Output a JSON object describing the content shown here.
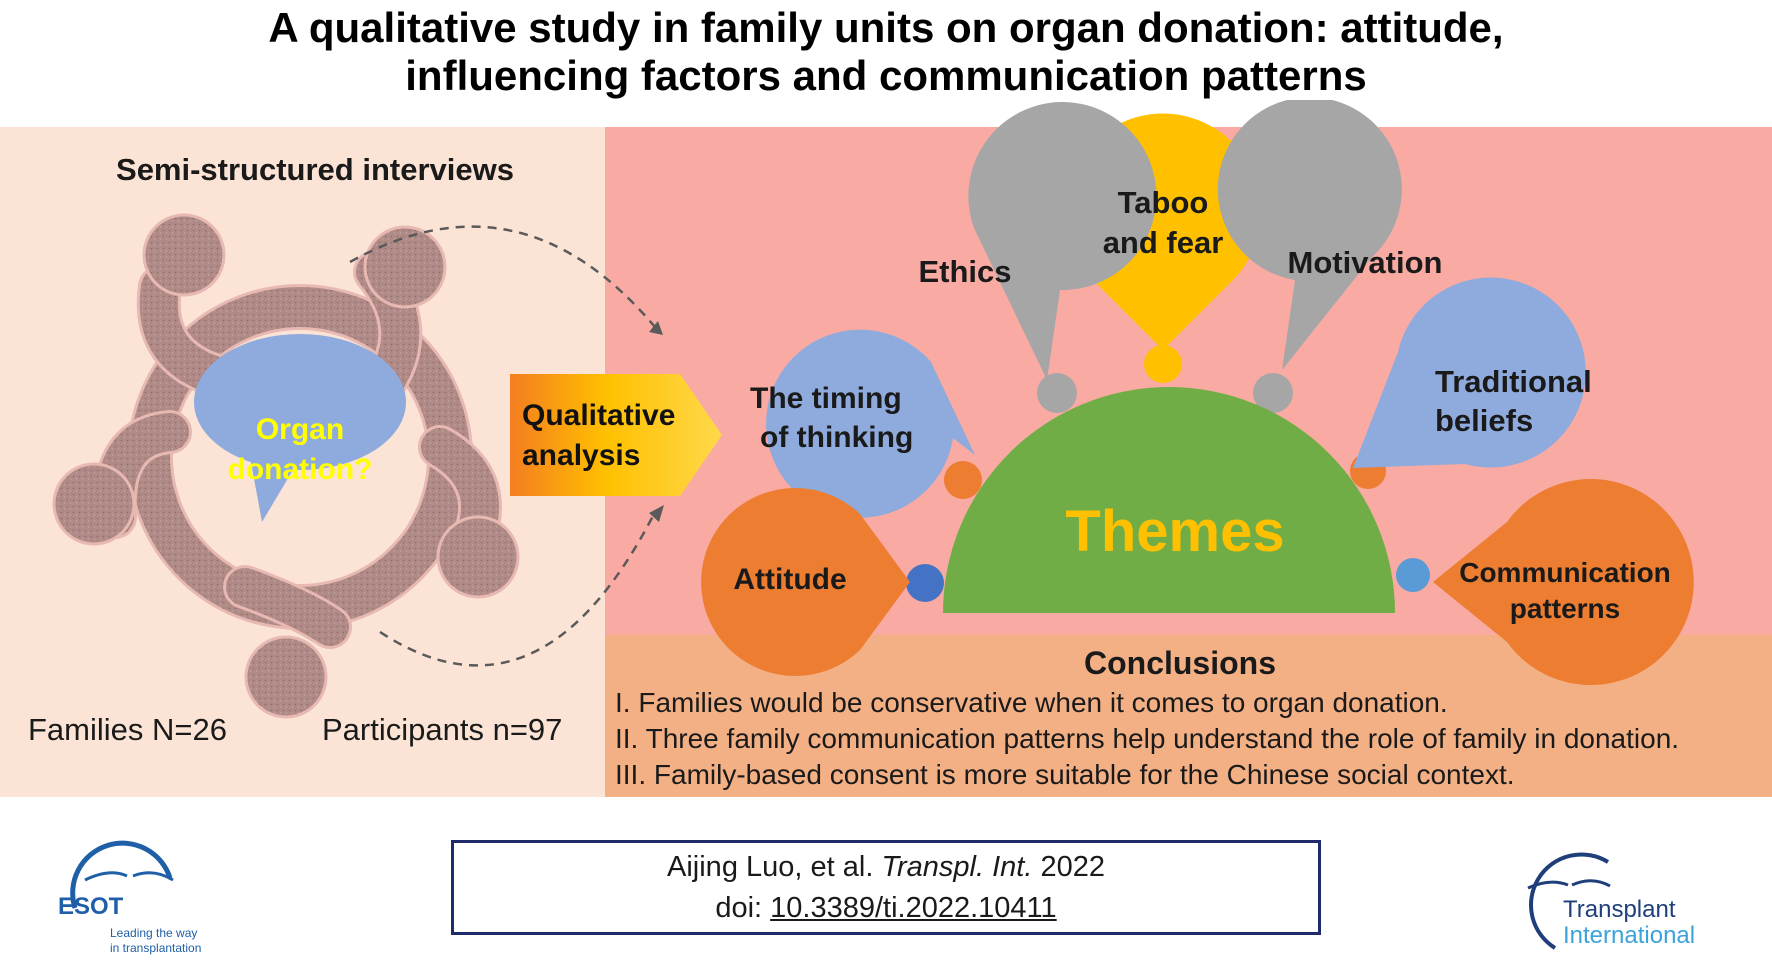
{
  "title": {
    "line1": "A qualitative study in family units on organ donation: attitude,",
    "line2": "influencing factors and communication patterns"
  },
  "left": {
    "heading": "Semi-structured interviews",
    "bubble_line1": "Organ",
    "bubble_line2": "donation?",
    "families": "Families N=26",
    "participants": "Participants n=97"
  },
  "arrow": {
    "line1": "Qualitative",
    "line2": "analysis"
  },
  "themes": {
    "center": "Themes",
    "taboo_line1": "Taboo",
    "taboo_line2": "and fear",
    "ethics": "Ethics",
    "motivation": "Motivation",
    "timing_line1": "The timing",
    "timing_line2": "of thinking",
    "traditional_line1": "Traditional",
    "traditional_line2": "beliefs",
    "attitude": "Attitude",
    "communication_line1": "Communication",
    "communication_line2": "patterns"
  },
  "conclusions": {
    "heading": "Conclusions",
    "items": [
      "I. Families would be conservative when it comes to organ donation.",
      "II. Three family communication patterns help understand the role of family in donation.",
      "III. Family-based consent is more suitable for the Chinese social context."
    ]
  },
  "citation": {
    "authors": "Aijing Luo, et al. ",
    "journal": "Transpl. Int.",
    "year": " 2022",
    "doi_label": "doi: ",
    "doi": "10.3389/ti.2022.10411"
  },
  "logos": {
    "esot_name": "ESOT",
    "esot_tag1": "Leading the way",
    "esot_tag2": "in transplantation",
    "ti_line1": "Transplant",
    "ti_line2": "International"
  },
  "colors": {
    "gray": "#a6a6a6",
    "yellow": "#ffc000",
    "blue": "#8faadc",
    "orange": "#ed7d31",
    "green": "#70ad47",
    "theme_text": "#ffc000",
    "people": "#b08a86"
  }
}
